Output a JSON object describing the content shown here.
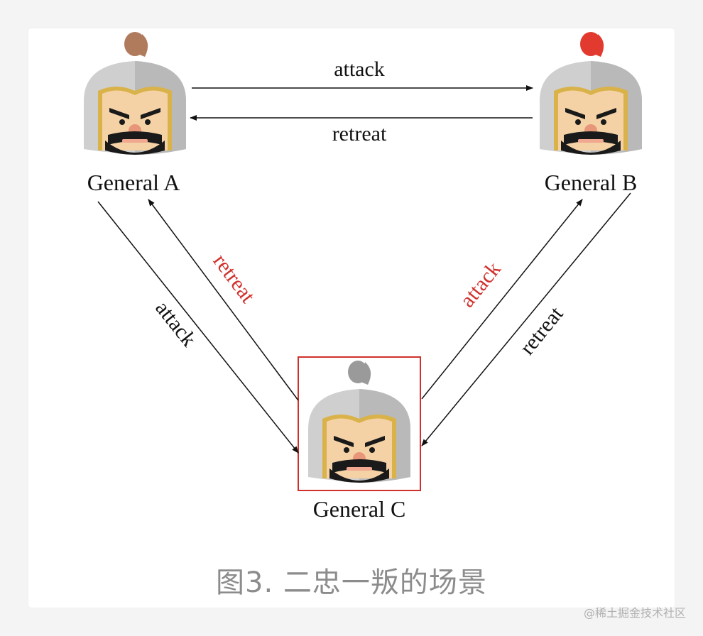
{
  "generals": [
    {
      "id": "A",
      "label": "General A",
      "plume_color": "#b07a5c"
    },
    {
      "id": "B",
      "label": "General B",
      "plume_color": "#e23a2e"
    },
    {
      "id": "C",
      "label": "General C",
      "plume_color": "#9a9a9a",
      "highlighted": true
    }
  ],
  "edges": [
    {
      "from": "A",
      "to": "B",
      "label": "attack",
      "color": "#111111"
    },
    {
      "from": "B",
      "to": "A",
      "label": "retreat",
      "color": "#111111"
    },
    {
      "from": "A",
      "to": "C",
      "label": "attack",
      "color": "#111111"
    },
    {
      "from": "C",
      "to": "A",
      "label": "retreat",
      "color": "#d0302c"
    },
    {
      "from": "C",
      "to": "B",
      "label": "attack",
      "color": "#d0302c"
    },
    {
      "from": "B",
      "to": "C",
      "label": "retreat",
      "color": "#111111"
    }
  ],
  "caption": "图3. 二忠一叛的场景",
  "watermark": "@稀土掘金技术社区",
  "colors": {
    "highlight_border": "#d0302c",
    "traitor_label": "#d0302c"
  }
}
